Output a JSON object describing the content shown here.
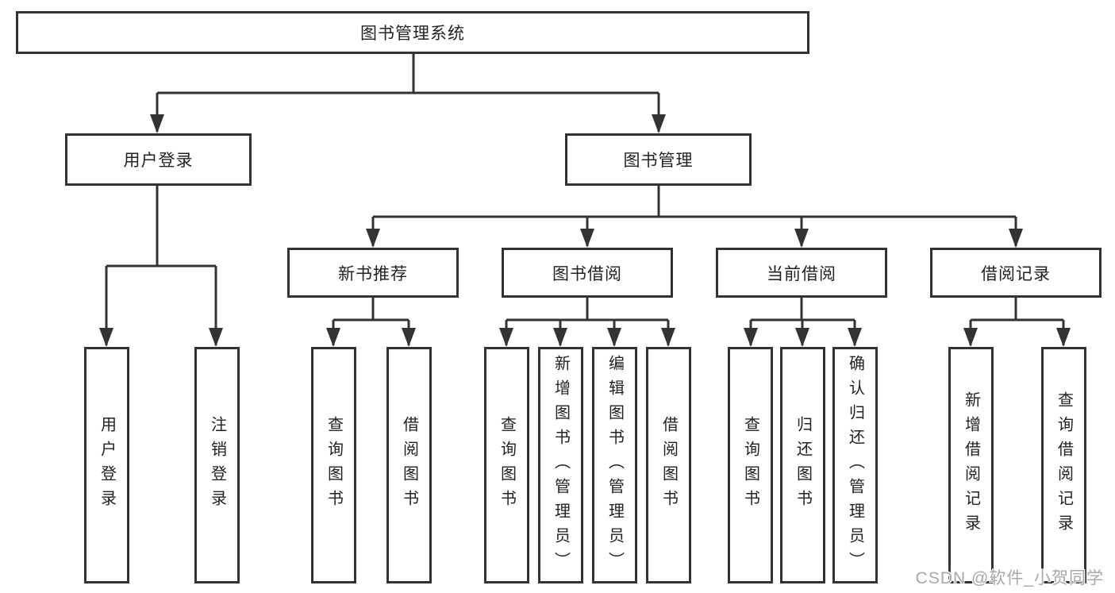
{
  "nodes": {
    "root": {
      "label": "图书管理系统"
    },
    "level2": [
      {
        "label": "用户登录"
      },
      {
        "label": "图书管理"
      }
    ],
    "level3": [
      {
        "label": "新书推荐"
      },
      {
        "label": "图书借阅"
      },
      {
        "label": "当前借阅"
      },
      {
        "label": "借阅记录"
      }
    ],
    "leaves": [
      {
        "label": "用户登录"
      },
      {
        "label": "注销登录"
      },
      {
        "label": "查询图书"
      },
      {
        "label": "借阅图书"
      },
      {
        "label": "查询图书"
      },
      {
        "label": "新增图书（管理员）"
      },
      {
        "label": "编辑图书（管理员）"
      },
      {
        "label": "借阅图书"
      },
      {
        "label": "查询图书"
      },
      {
        "label": "归还图书"
      },
      {
        "label": "确认归还（管理员）"
      },
      {
        "label": "新增借阅记录"
      },
      {
        "label": "查询借阅记录"
      }
    ]
  },
  "watermark": {
    "text": "CSDN @软件_小贺同学"
  },
  "colors": {
    "line": "#333333",
    "box_fill": "#ffffff",
    "text": "#222222",
    "watermark": "#a8a8a8"
  }
}
